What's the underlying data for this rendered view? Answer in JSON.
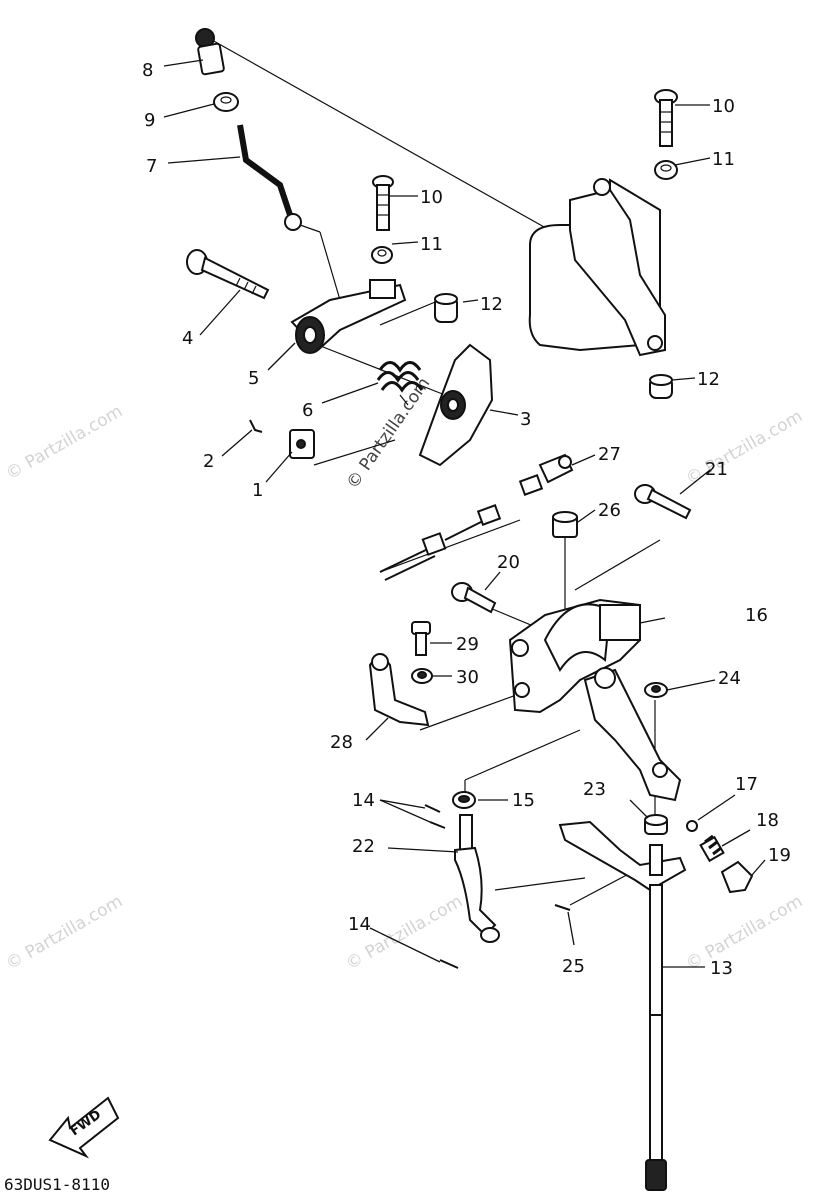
{
  "diagram": {
    "part_labels": {
      "p1": "1",
      "p2": "2",
      "p3": "3",
      "p4": "4",
      "p5": "5",
      "p6": "6",
      "p7": "7",
      "p8": "8",
      "p9": "9",
      "p10a": "10",
      "p10b": "10",
      "p11a": "11",
      "p11b": "11",
      "p12a": "12",
      "p12b": "12",
      "p13": "13",
      "p14a": "14",
      "p14b": "14",
      "p15": "15",
      "p16": "16",
      "p17": "17",
      "p18": "18",
      "p19": "19",
      "p20": "20",
      "p21": "21",
      "p22": "22",
      "p23": "23",
      "p24": "24",
      "p25": "25",
      "p26": "26",
      "p27": "27",
      "p28": "28",
      "p29": "29",
      "p30": "30"
    },
    "fwd_label": "FWD",
    "diagram_code": "63DUS1-8110",
    "watermark": "© Partzilla.com"
  }
}
